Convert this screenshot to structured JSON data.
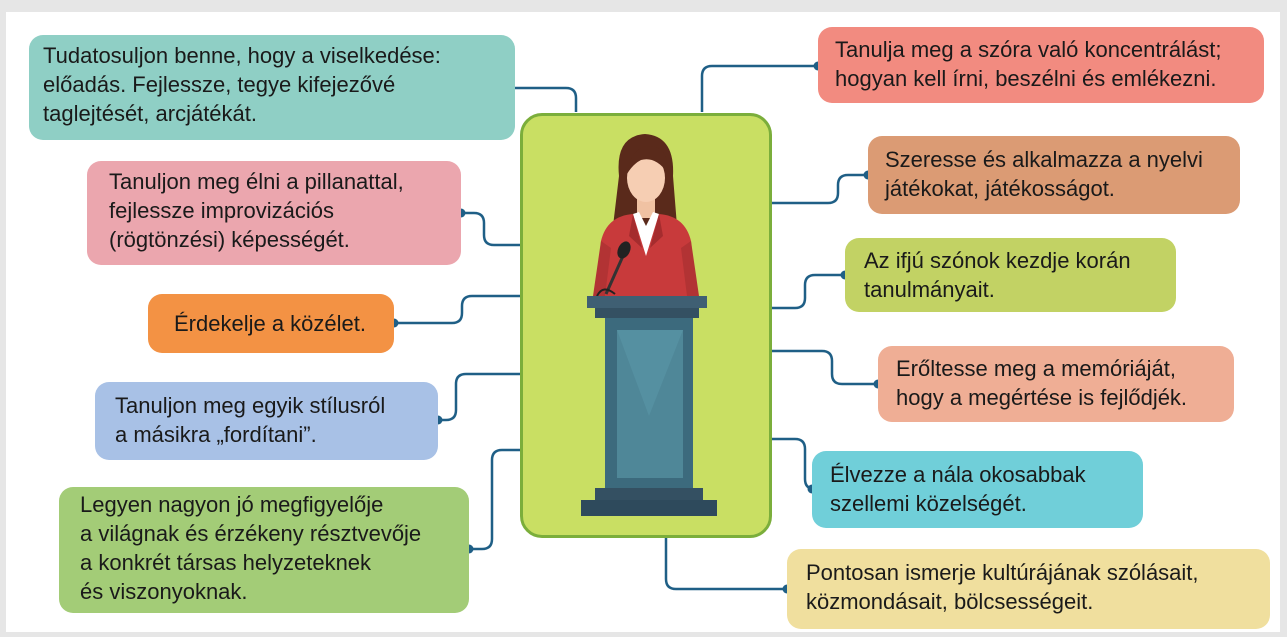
{
  "colors": {
    "connector": "#1f5f86",
    "panel_fill": "#c9df63",
    "panel_border": "#7bae3b"
  },
  "figure": {
    "icon": "speaker-at-podium-icon"
  },
  "left_cards": [
    {
      "text": "Tudatosuljon benne, hogy a viselkedése:\nelőadás. Fejlessze, tegye kifejezővé\ntaglejtését, arcjátékát.",
      "color": "#8fcfc5"
    },
    {
      "text": "Tanuljon meg élni a pillanattal,\nfejlessze improvizációs\n(rögtönzési) képességét.",
      "color": "#eba6ae"
    },
    {
      "text": "Érdekelje a közélet.",
      "color": "#f39244"
    },
    {
      "text": "Tanuljon meg egyik stílusról\na másikra „fordítani”.",
      "color": "#a8c1e6"
    },
    {
      "text": "Legyen nagyon jó megfigyelője\na világnak és érzékeny résztvevője\na konkrét társas helyzeteknek\nés viszonyoknak.",
      "color": "#a3cc77"
    }
  ],
  "right_cards": [
    {
      "text": "Tanulja meg a szóra való koncentrálást;\nhogyan kell írni, beszélni és emlékezni.",
      "color": "#f28b80"
    },
    {
      "text": "Szeresse és alkalmazza a nyelvi\njátékokat, játékosságot.",
      "color": "#db9b74"
    },
    {
      "text": "Az ifjú szónok kezdje korán\ntanulmányait.",
      "color": "#c2d264"
    },
    {
      "text": "Erőltesse meg a memóriáját,\nhogy a megértése is fejlődjék.",
      "color": "#efae95"
    },
    {
      "text": "Élvezze a nála okosabbak\nszellemi közelségét.",
      "color": "#70cfd9"
    },
    {
      "text": "Pontosan ismerje kultúrájának szólásait,\nközmondásait, bölcsességeit.",
      "color": "#f0df9e"
    }
  ]
}
